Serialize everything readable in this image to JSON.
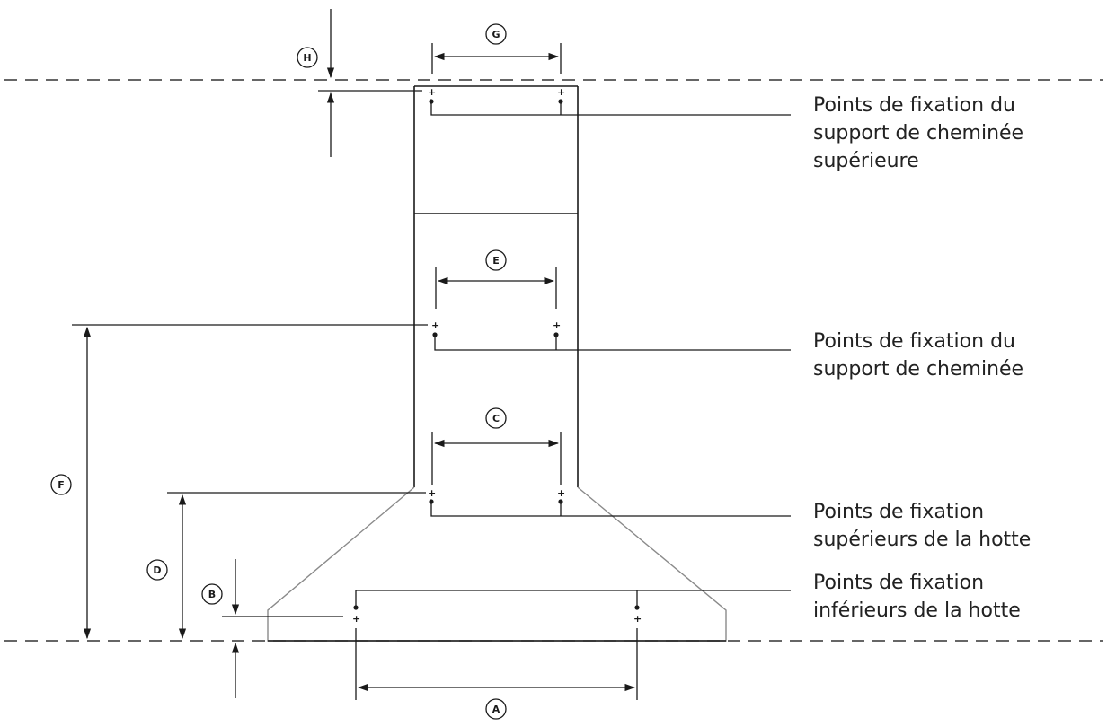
{
  "dimension_markers": {
    "a": "A",
    "b": "B",
    "c": "C",
    "d": "D",
    "e": "E",
    "f": "F",
    "g": "G",
    "h": "H"
  },
  "labels": {
    "upper_chimney_bracket": [
      "Points de fixation du",
      "support de cheminée",
      "supérieure"
    ],
    "chimney_bracket": [
      "Points de fixation du",
      "support de cheminée"
    ],
    "upper_hood": [
      "Points de fixation",
      "supérieurs de la hotte"
    ],
    "lower_hood": [
      "Points de fixation",
      "inférieurs de la hotte"
    ]
  }
}
